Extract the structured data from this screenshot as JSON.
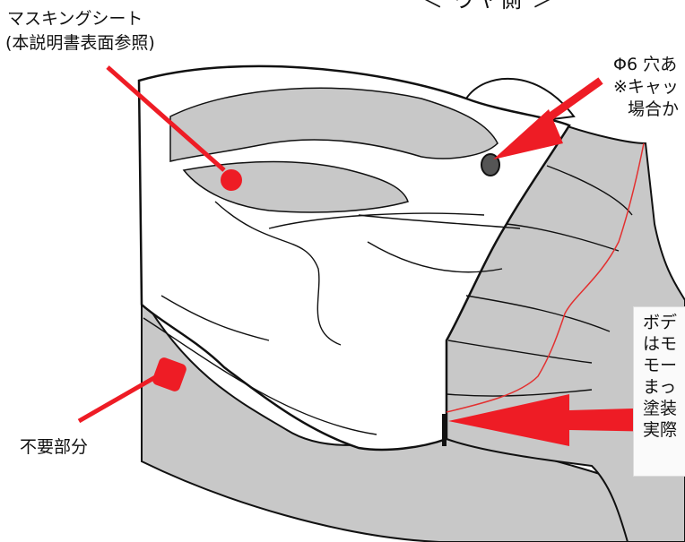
{
  "labels": {
    "header": "＜ ウヤ側 ＞",
    "masking_sheet": "マスキングシート",
    "masking_sheet_ref": "(本説明書表面参照)",
    "hole": "Φ6 穴あ",
    "cap_note_1": "※キャッ",
    "cap_note_2": "場合か",
    "unneeded_part": "不要部分"
  },
  "note_box": {
    "lines": [
      "ボデ",
      "はモ",
      "モー",
      "まっ",
      "塗装",
      "実際"
    ]
  },
  "colors": {
    "arrow": "#ee1c25",
    "shaded": "#c8c8c8",
    "outline": "#111111",
    "trim_line": "#e33030"
  }
}
